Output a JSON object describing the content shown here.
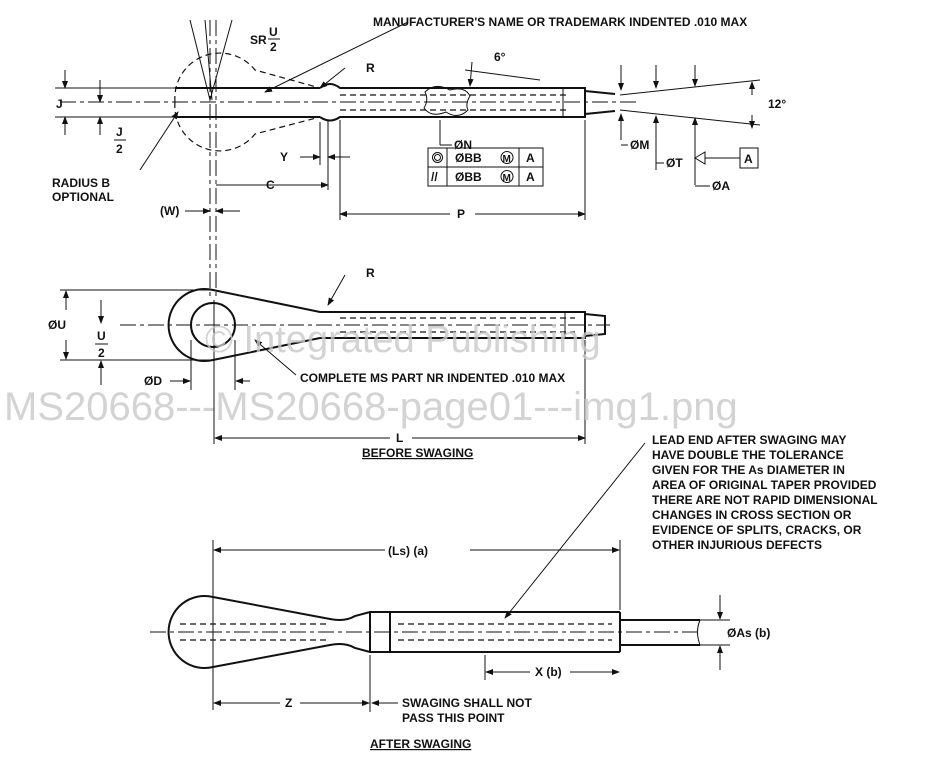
{
  "top_view": {
    "note_manufacturer": "MANUFACTURER'S NAME OR TRADEMARK INDENTED .010 MAX",
    "sr": "SR",
    "u": "U",
    "two": "2",
    "r": "R",
    "angle_6": "6°",
    "j": "J",
    "j_half_num": "J",
    "j_half_den": "2",
    "angle_12": "12°",
    "n": "ØN",
    "m": "ØM",
    "t": "ØT",
    "datum_a": "A",
    "a": "ØA",
    "y": "Y",
    "radius_b_1": "RADIUS B",
    "radius_b_2": "OPTIONAL",
    "c": "C",
    "w": "(W)",
    "p": "P",
    "fcf": [
      {
        "symbol": "concentricity",
        "tol": "ØBB",
        "mod": "M",
        "datum": "A"
      },
      {
        "symbol": "//",
        "tol": "ØBB",
        "mod": "M",
        "datum": "A"
      }
    ]
  },
  "side_view": {
    "r": "R",
    "u": "ØU",
    "u_half_num": "U",
    "u_half_den": "2",
    "note_part": "COMPLETE MS PART NR INDENTED .010 MAX",
    "d": "ØD",
    "l": "L",
    "title": "BEFORE SWAGING"
  },
  "after_view": {
    "note_lines": [
      "LEAD END AFTER SWAGING MAY",
      "HAVE DOUBLE THE TOLERANCE",
      "GIVEN FOR THE As DIAMETER IN",
      "AREA OF ORIGINAL TAPER PROVIDED",
      "THERE ARE NOT RAPID DIMENSIONAL",
      "CHANGES IN CROSS SECTION OR",
      "EVIDENCE OF SPLITS, CRACKS, OR",
      "OTHER INJURIOUS DEFECTS"
    ],
    "ls": "(Ls)  (a)",
    "as": "ØAs (b)",
    "x": "X (b)",
    "z": "Z",
    "swage_note_1": "SWAGING SHALL NOT",
    "swage_note_2": "PASS THIS POINT",
    "title": "AFTER SWAGING"
  },
  "watermark": {
    "line1": "© Integrated Publishing",
    "line2": "MS20668---MS20668-page01---img1.png"
  }
}
